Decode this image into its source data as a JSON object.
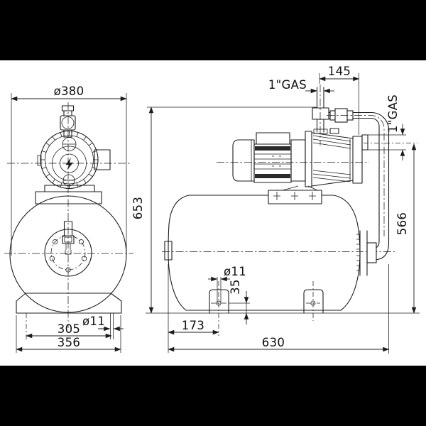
{
  "drawing": {
    "front_view": {
      "width_dim": "ø380",
      "slot_dim": "ø11",
      "foot_spacing_dim": "305",
      "base_width_dim": "356"
    },
    "side_view": {
      "top_offset_dim": "145",
      "suction_port_dim": "1\"GAS",
      "discharge_port_dim": "1\"GAS",
      "total_height_dim": "653",
      "outlet_height_dim": "566",
      "foot_hole_dim": "ø11",
      "foot_hole_height_dim": "35",
      "front_foot_offset_dim": "173",
      "overall_length_dim": "630"
    },
    "colors": {
      "letterbox": "#000000",
      "paper": "#ffffff",
      "line_color": "#1c1c1c"
    }
  }
}
